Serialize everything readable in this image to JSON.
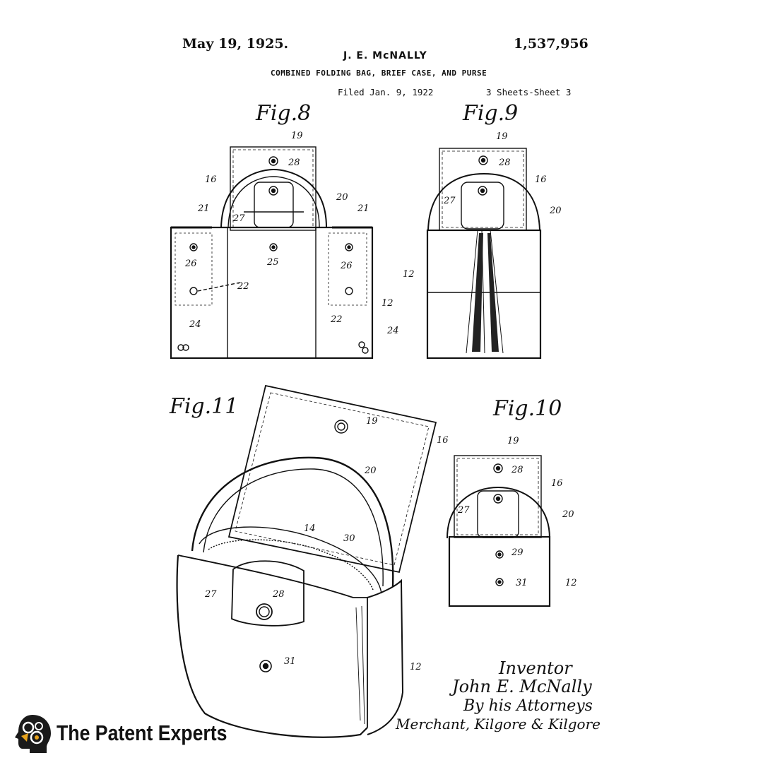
{
  "header": {
    "date": "May 19, 1925.",
    "patent_number": "1,537,956",
    "inventor_name": "J. E. McNALLY",
    "title": "COMBINED FOLDING BAG, BRIEF CASE, AND PURSE",
    "filed": "Filed Jan. 9, 1922",
    "sheet": "3 Sheets-Sheet 3"
  },
  "figures": {
    "fig8": {
      "label": "Fig.8",
      "refs": [
        "19",
        "28",
        "16",
        "20",
        "21",
        "21",
        "27",
        "26",
        "25",
        "26",
        "22",
        "22",
        "12",
        "24",
        "24"
      ]
    },
    "fig9": {
      "label": "Fig.9",
      "refs": [
        "19",
        "28",
        "16",
        "27",
        "20",
        "12"
      ]
    },
    "fig10": {
      "label": "Fig.10",
      "refs": [
        "19",
        "28",
        "16",
        "27",
        "20",
        "29",
        "31",
        "12"
      ]
    },
    "fig11": {
      "label": "Fig.11",
      "refs": [
        "19",
        "16",
        "20",
        "14",
        "30",
        "27",
        "28",
        "31",
        "12"
      ]
    }
  },
  "signature": {
    "inventor_label": "Inventor",
    "inventor": "John E. McNally",
    "by": "By his Attorneys",
    "attorneys": "Merchant, Kilgore & Kilgore"
  },
  "logo": {
    "text": "The Patent Experts"
  }
}
